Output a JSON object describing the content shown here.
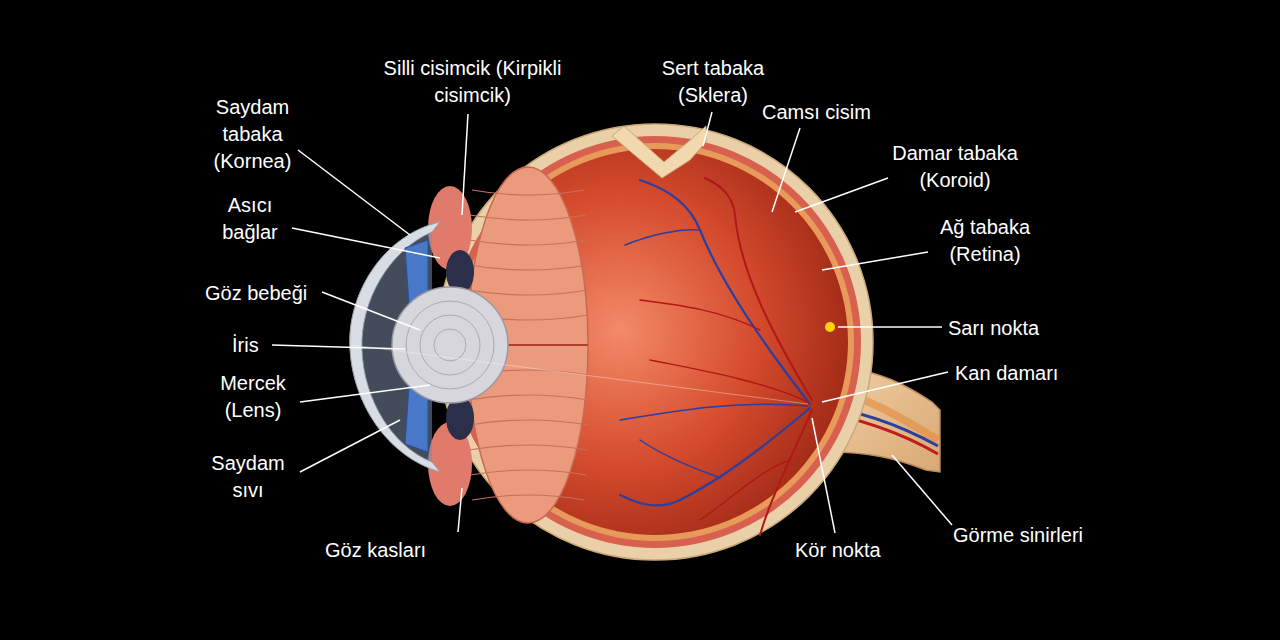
{
  "diagram": {
    "labels": [
      "Silli cisimcik (Kirpikli cisimcik)",
      "Sert tabaka (Sklera)",
      "Saydam tabaka (Kornea)",
      "Camsı cisim",
      "Damar tabaka (Koroid)",
      "Asıcı bağlar",
      "Ağ tabaka (Retina)",
      "Göz bebeği",
      "Sarı nokta",
      "İris",
      "Kan damarı",
      "Mercek (Lens)",
      "Saydam sıvı",
      "Göz kasları",
      "Kör nokta",
      "Görme sinirleri"
    ]
  }
}
